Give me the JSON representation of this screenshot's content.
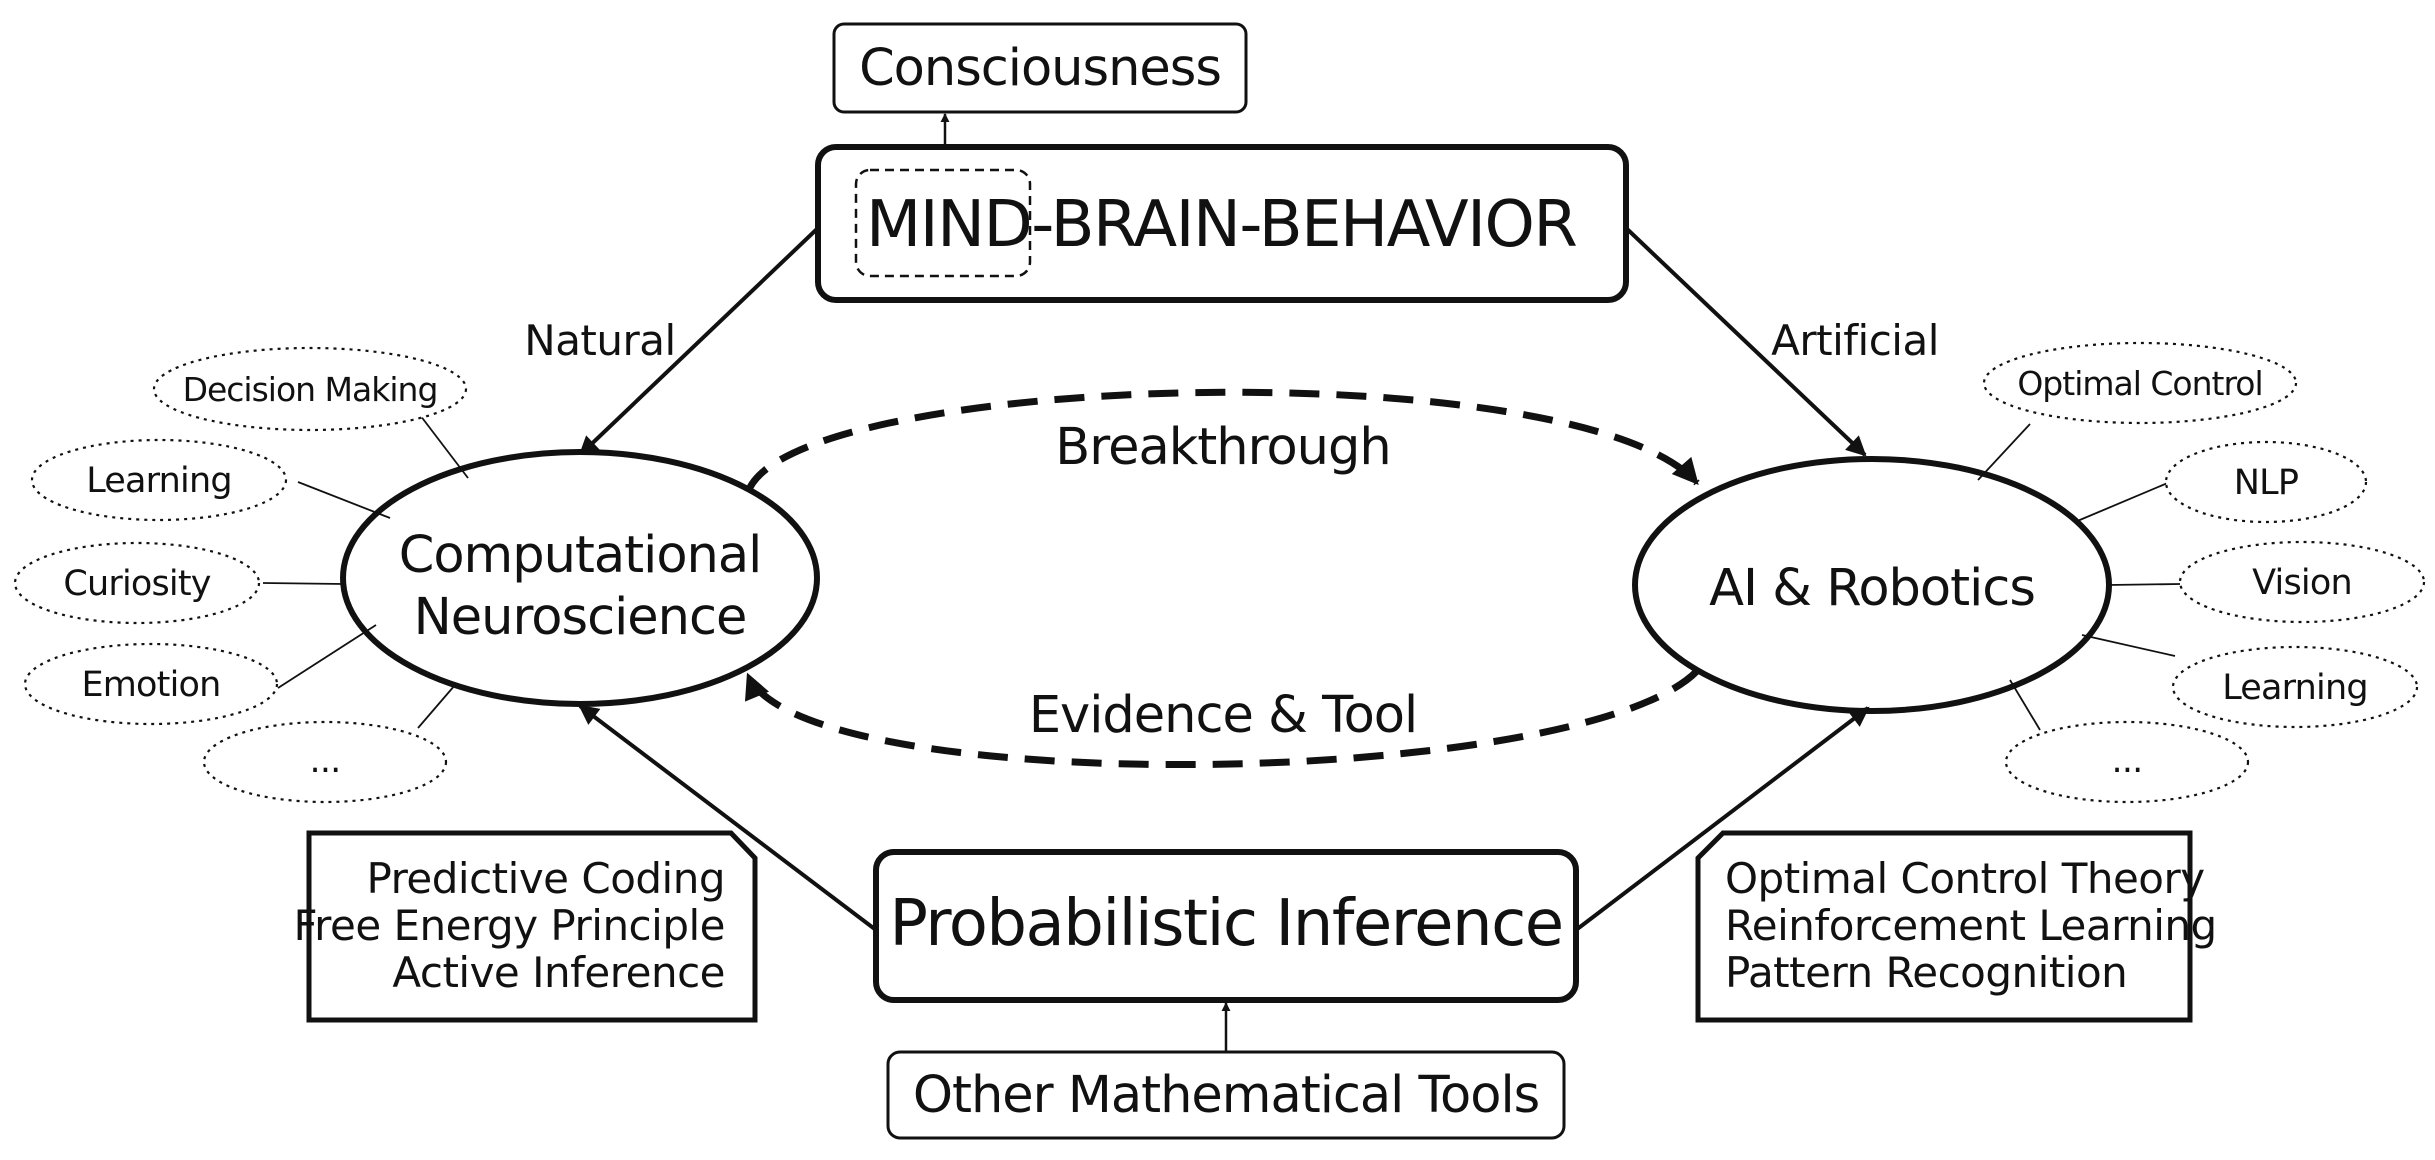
{
  "top": {
    "consciousness": "Consciousness",
    "mind": "MIND",
    "rest": "-BRAIN-BEHAVIOR"
  },
  "left": {
    "title_line1": "Computational",
    "title_line2": "Neuroscience",
    "arrow_label": "Natural",
    "topics": [
      "Decision Making",
      "Learning",
      "Curiosity",
      "Emotion",
      "..."
    ],
    "methods": [
      "Predictive Coding",
      "Free Energy Principle",
      "Active Inference"
    ]
  },
  "right": {
    "title": "AI & Robotics",
    "arrow_label": "Artificial",
    "topics": [
      "Optimal Control",
      "NLP",
      "Vision",
      "Learning",
      "..."
    ],
    "methods": [
      "Optimal Control Theory",
      "Reinforcement Learning",
      "Pattern Recognition"
    ]
  },
  "center": {
    "top_label": "Breakthrough",
    "bottom_label": "Evidence & Tool"
  },
  "bottom": {
    "inference": "Probabilistic Inference",
    "tools": "Other Mathematical Tools"
  }
}
